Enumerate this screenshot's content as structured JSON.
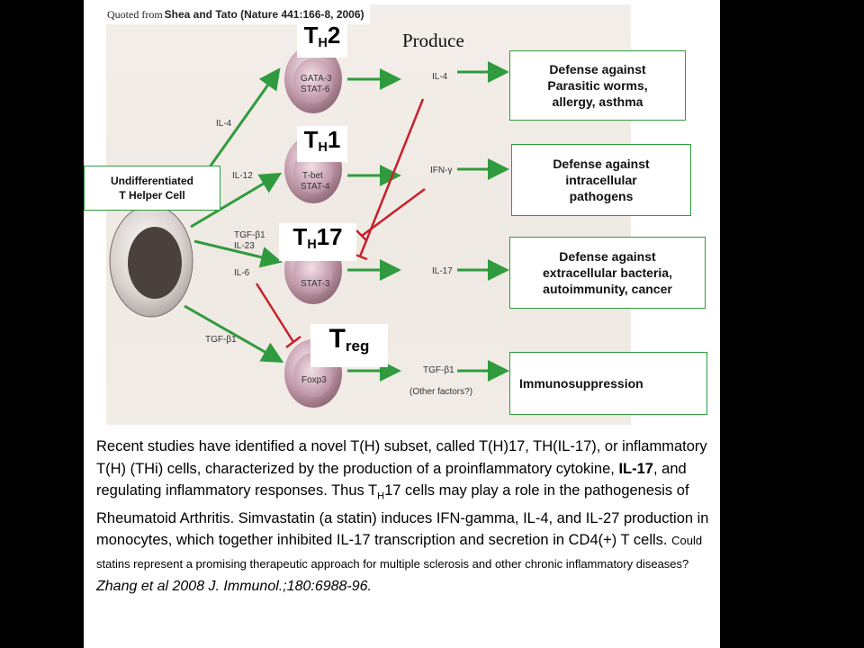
{
  "quoted": {
    "prefix": "Quoted from",
    "source": "Shea and Tato (Nature 441:166-8, 2006)"
  },
  "cell_titles": {
    "th2": {
      "main": "T",
      "sub": "H",
      "tail": "2"
    },
    "th1": {
      "main": "T",
      "sub": "H",
      "tail": "1"
    },
    "th17": {
      "main": "T",
      "sub": "H",
      "tail": "17"
    },
    "treg": {
      "main": "T",
      "sub": "reg",
      "tail": ""
    }
  },
  "produce_label": "Produce",
  "undifferentiated_label": "Undifferentiated\nT Helper Cell",
  "figure_labels": {
    "gata3": "GATA-3",
    "stat6": "STAT-6",
    "tbet": "T-bet",
    "stat4": "STAT-4",
    "stat3": "STAT-3",
    "foxp3": "Foxp3",
    "il4_in": "IL-4",
    "il12_in": "IL-12",
    "tgfb1_il23": "TGF-β1\nIL-23",
    "il6_in": "IL-6",
    "tgfb1_in": "TGF-β1",
    "undiff_partial": "Undifferentiated",
    "il4_out": "IL-4",
    "ifng_out": "IFN-γ",
    "il17_out": "IL-17",
    "tgfb1_out": "TGF-β1",
    "other_factors": "(Other factors?)"
  },
  "defense_boxes": [
    {
      "id": "parasitic",
      "text": "Defense against\nParasitic worms,\nallergy, asthma"
    },
    {
      "id": "intracellular",
      "text": "Defense against\nintracellular\npathogens"
    },
    {
      "id": "extracellular",
      "text": "Defense against\nextracellular bacteria,\nautoimmunity, cancer"
    },
    {
      "id": "immuno",
      "text": "Immunosuppression"
    }
  ],
  "paragraph": {
    "p1": "Recent studies have identified a novel T(H) subset, called T(H)17, TH(IL-17), or inflammatory T(H) (THi) cells, characterized by the production of a proinflammatory cytokine, ",
    "p1_bold": "IL-17",
    "p2": ", and regulating inflammatory responses. Thus T",
    "p2_sub": "H",
    "p3": "17 cells may play a role in the pathogenesis of Rheumatoid Arthritis.  Simvastatin (a statin) induces IFN-gamma, IL-4, and IL-27 production in monocytes, which together inhibited IL-17 transcription and secretion in CD4(+) T cells. ",
    "p4_small": "Could statins represent a promising therapeutic approach for multiple sclerosis and other chronic inflammatory diseases? ",
    "citation": "Zhang et al 2008 J. Immunol.;180:6988-96."
  },
  "colors": {
    "arrow_green": "#2f9b3e",
    "inhibit_red": "#c8202a",
    "cell_pink": "#c9a7b3"
  }
}
